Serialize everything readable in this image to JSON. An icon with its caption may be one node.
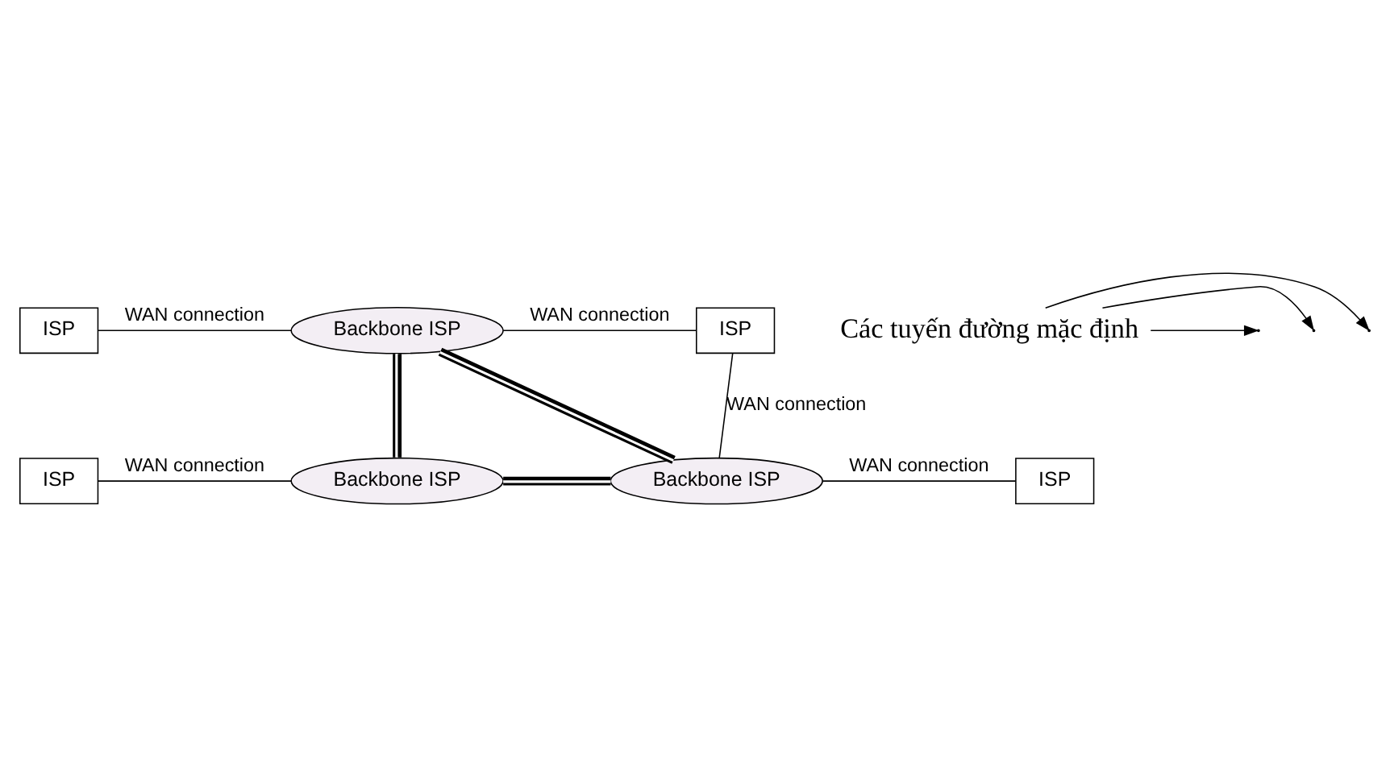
{
  "diagram": {
    "nodes": [
      {
        "text": [
          "ISP"
        ]
      },
      {
        "text": [
          "Backbone ISP"
        ]
      },
      {
        "text": [
          "ISP"
        ]
      },
      {
        "text": [
          "Backbone ISP"
        ]
      },
      {
        "text": [
          "Backbone ISP"
        ]
      },
      {
        "text": [
          "ISP"
        ]
      },
      {
        "text": [
          "ISP"
        ]
      },
      {
        "text": [
          "Các tuyến đường mặc định"
        ]
      }
    ],
    "edges": [
      {
        "from": 0,
        "to": 1,
        "arrow": "none",
        "label": "WAN connection"
      },
      {
        "from": 1,
        "to": 2,
        "arrow": "none",
        "label": "WAN connection"
      },
      {
        "from": 2,
        "to": 4,
        "arrow": "none",
        "label": "WAN connection"
      },
      {
        "from": 5,
        "to": 3,
        "arrow": "none",
        "label": "WAN connection"
      },
      {
        "from": 4,
        "to": 6,
        "arrow": "none",
        "label": "WAN connection"
      },
      {
        "from": 1,
        "to": 3,
        "arrow": "none",
        "style": "thick"
      },
      {
        "from": 1,
        "to": 4,
        "arrow": "none",
        "style": "thick"
      },
      {
        "from": 3,
        "to": 4,
        "arrow": "none",
        "style": "thick"
      },
      {
        "from": 7,
        "to": null,
        "arrow": "to"
      },
      {
        "from": 7,
        "to": null,
        "arrow": "to"
      },
      {
        "from": 7,
        "to": null,
        "arrow": "to"
      }
    ]
  }
}
